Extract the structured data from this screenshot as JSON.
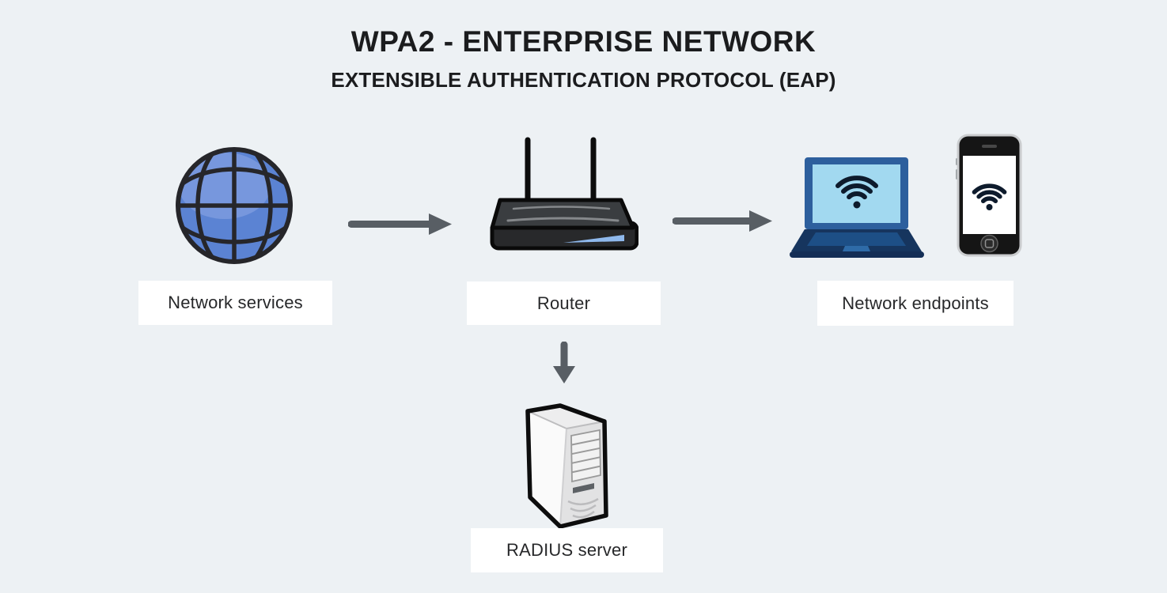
{
  "title": "WPA2 - ENTERPRISE NETWORK",
  "subtitle": "EXTENSIBLE AUTHENTICATION PROTOCOL (EAP)",
  "nodes": [
    {
      "id": "network-services",
      "label": "Network services",
      "icon": "globe"
    },
    {
      "id": "router",
      "label": "Router",
      "icon": "wireless-router"
    },
    {
      "id": "network-endpoints",
      "label": "Network endpoints",
      "icons": [
        "laptop-wifi",
        "smartphone-wifi"
      ]
    },
    {
      "id": "radius-server",
      "label": "RADIUS server",
      "icon": "server-tower"
    }
  ],
  "edges": [
    {
      "from": "network-services",
      "to": "router",
      "direction": "right"
    },
    {
      "from": "router",
      "to": "network-endpoints",
      "direction": "right"
    },
    {
      "from": "router",
      "to": "radius-server",
      "direction": "down"
    }
  ],
  "colors": {
    "background": "#edf1f4",
    "title_text": "#1b1c1e",
    "label_box_bg": "#ffffff",
    "label_text": "#27282a",
    "arrow": "#585e64",
    "globe_blue": "#5b83d3",
    "globe_sheen": "#7d9bde",
    "outline_dark": "#26262a",
    "router_top": "#3a3d40",
    "router_front": "#28292b",
    "router_highlight": "#8fb9ed",
    "laptop_bezel": "#2d5f9d",
    "laptop_screen": "#a2d9f0",
    "laptop_base": "#16355e",
    "wifi_icon": "#0e1b2c",
    "phone_body": "#151515",
    "phone_screen": "#ffffff",
    "server_front": "#e2e2e3",
    "server_side": "#fafafa"
  }
}
